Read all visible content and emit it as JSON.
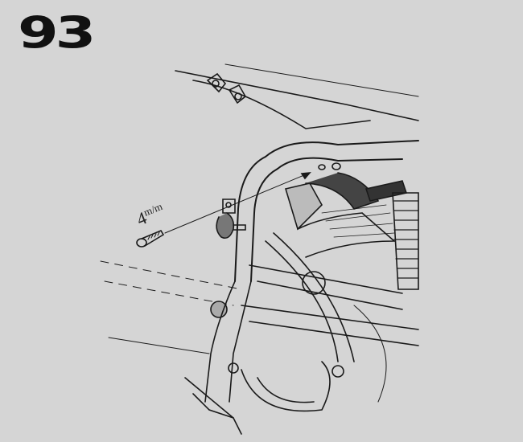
{
  "page_number": "93",
  "screw_size": {
    "value": "4",
    "unit": "m/m"
  }
}
